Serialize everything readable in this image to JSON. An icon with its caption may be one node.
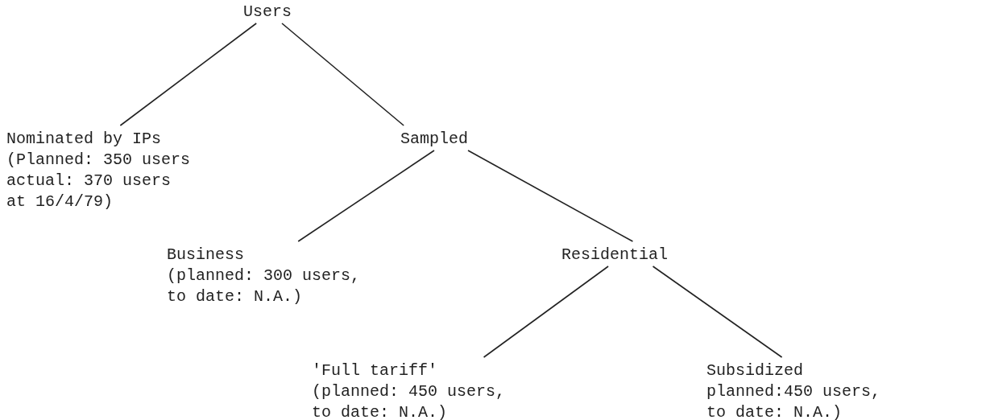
{
  "diagram": {
    "nodes": [
      {
        "text": [
          "Users"
        ]
      },
      {
        "text": [
          "Nominated by IPs",
          "(Planned: 350 users actual: 370 users at 16/4/79)"
        ]
      },
      {
        "text": [
          "Sampled"
        ]
      },
      {
        "text": [
          "Business",
          "(planned: 300 users, to date: N.A.)"
        ]
      },
      {
        "text": [
          "Residential"
        ]
      },
      {
        "text": [
          "'Full tariff'",
          "(planned: 450 users, to date: N.A.)"
        ]
      },
      {
        "text": [
          "Subsidized",
          "planned:450 users, to date: N.A.)"
        ]
      }
    ],
    "edges": [
      {
        "from": 0,
        "to": 1,
        "arrow": "none"
      },
      {
        "from": 0,
        "to": 2,
        "arrow": "none"
      },
      {
        "from": 2,
        "to": 3,
        "arrow": "none"
      },
      {
        "from": 2,
        "to": 4,
        "arrow": "none"
      },
      {
        "from": 4,
        "to": 5,
        "arrow": "none"
      },
      {
        "from": 4,
        "to": 6,
        "arrow": "none"
      }
    ]
  }
}
